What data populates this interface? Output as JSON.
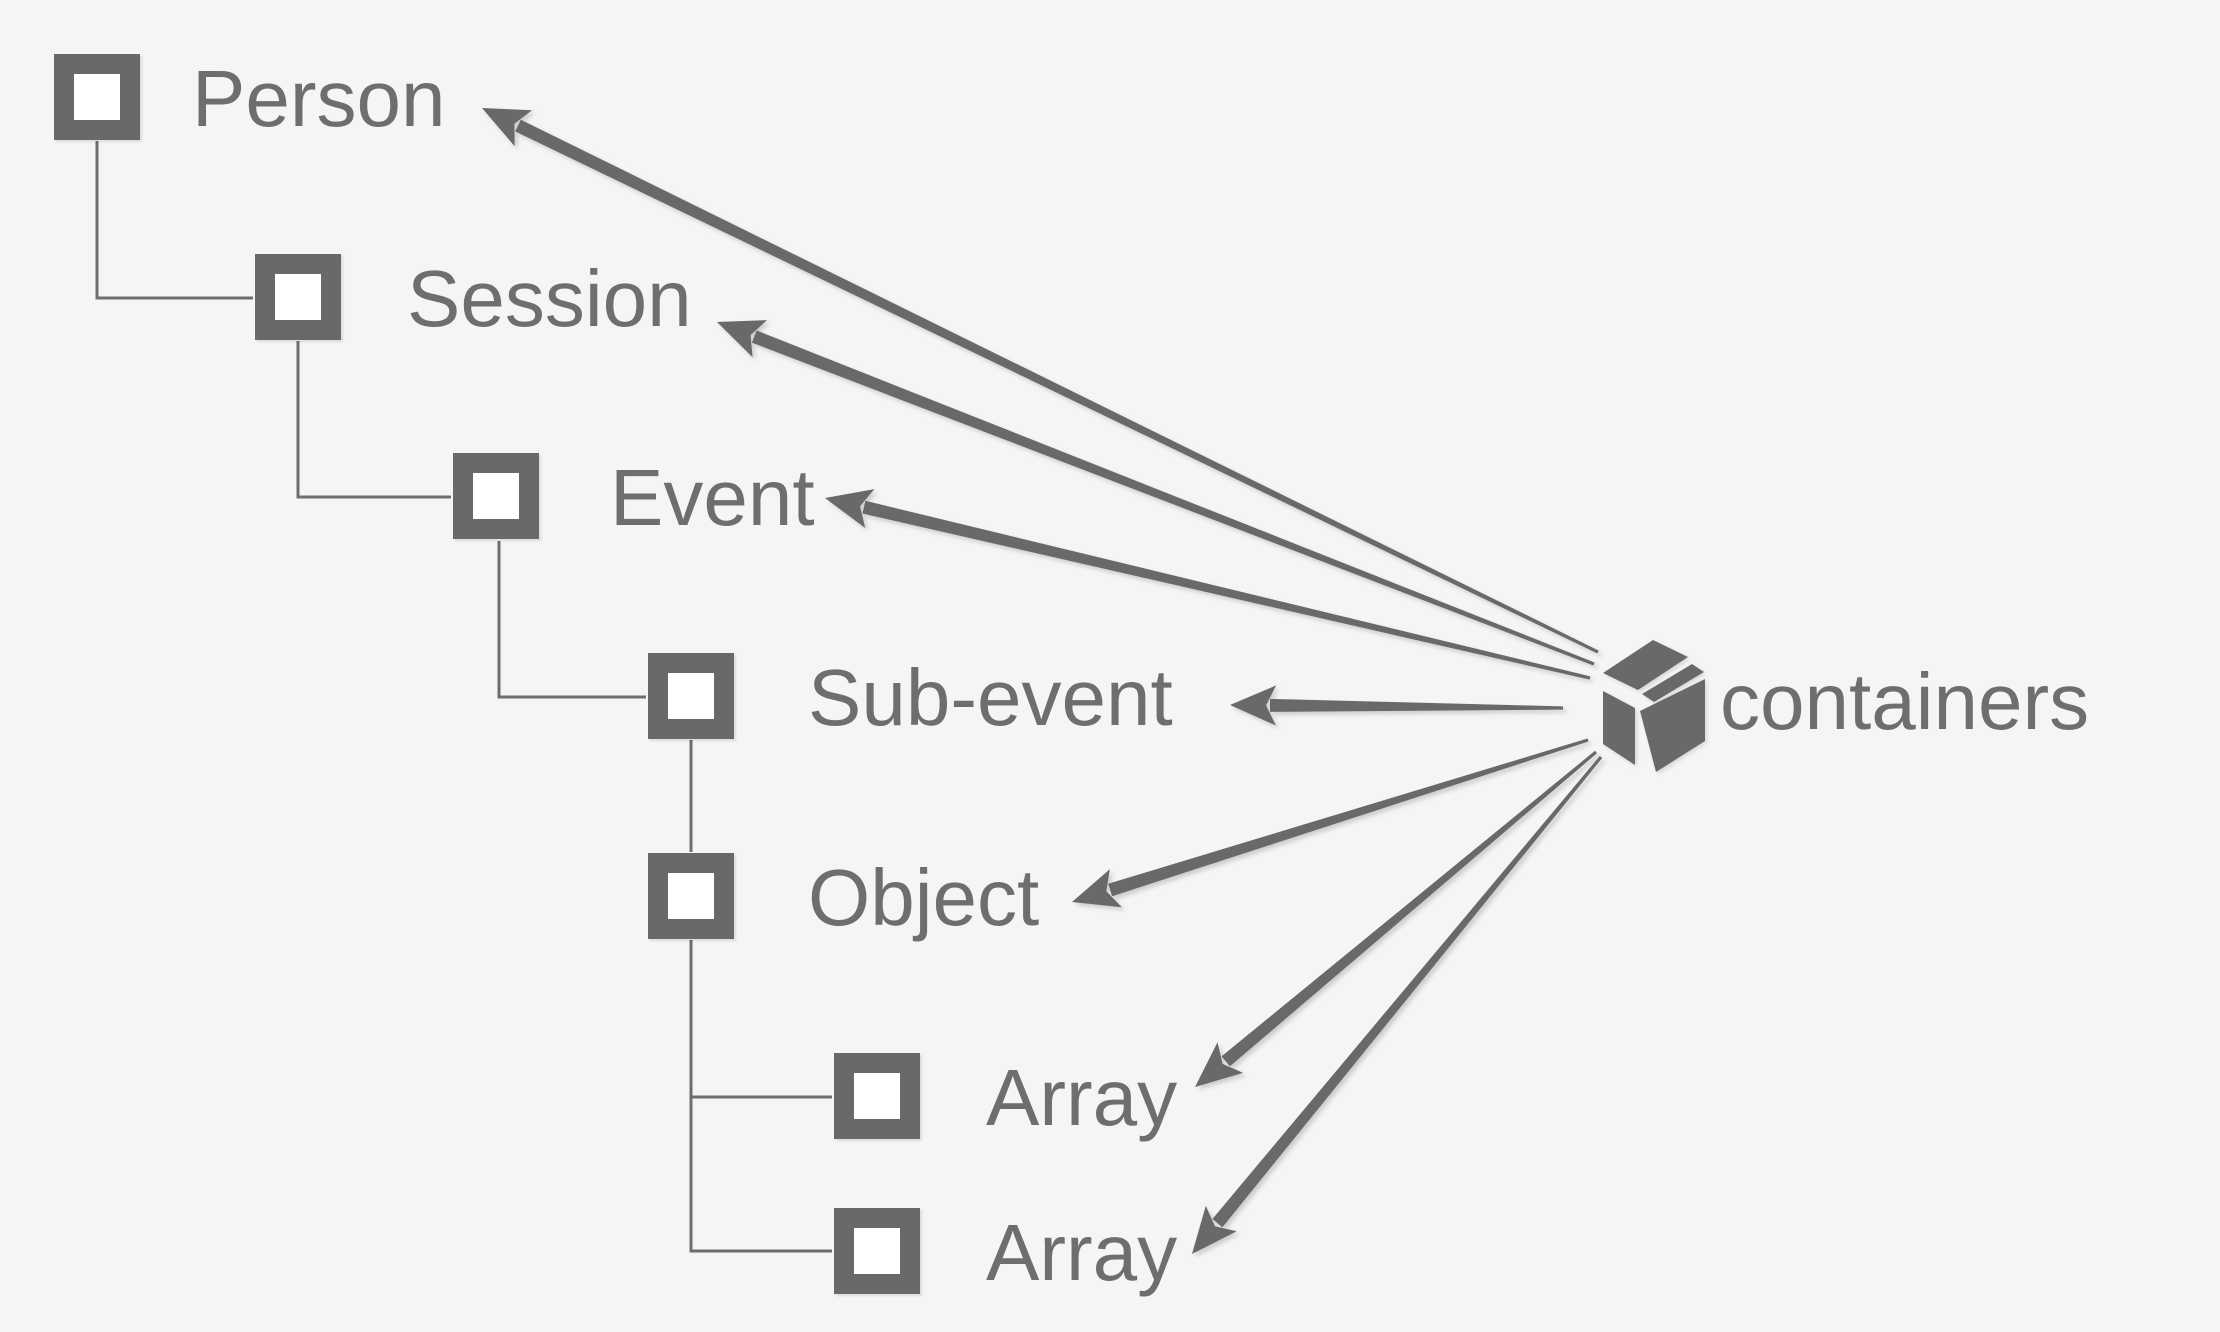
{
  "palette": {
    "background": "#f5f5f5",
    "ink": "#696969",
    "text": "#6e6e6e",
    "node_fill": "#ffffff"
  },
  "tree": {
    "nodes": [
      {
        "id": "person",
        "label": "Person",
        "level": 0
      },
      {
        "id": "session",
        "label": "Session",
        "level": 1
      },
      {
        "id": "event",
        "label": "Event",
        "level": 2
      },
      {
        "id": "sub-event",
        "label": "Sub-event",
        "level": 3
      },
      {
        "id": "object",
        "label": "Object",
        "level": 3
      },
      {
        "id": "array-1",
        "label": "Array",
        "level": 4
      },
      {
        "id": "array-2",
        "label": "Array",
        "level": 4
      }
    ],
    "edges": [
      {
        "from": "person",
        "to": "session"
      },
      {
        "from": "session",
        "to": "event"
      },
      {
        "from": "event",
        "to": "sub-event"
      },
      {
        "from": "sub-event",
        "to": "object"
      },
      {
        "from": "object",
        "to": "array-1"
      },
      {
        "from": "object",
        "to": "array-2"
      }
    ]
  },
  "hub": {
    "id": "containers",
    "label": "containers",
    "icon": "package-box-icon"
  },
  "hub_arrows": [
    {
      "from": "containers",
      "to": "person"
    },
    {
      "from": "containers",
      "to": "session"
    },
    {
      "from": "containers",
      "to": "event"
    },
    {
      "from": "containers",
      "to": "sub-event"
    },
    {
      "from": "containers",
      "to": "object"
    },
    {
      "from": "containers",
      "to": "array-1"
    },
    {
      "from": "containers",
      "to": "array-2"
    }
  ]
}
